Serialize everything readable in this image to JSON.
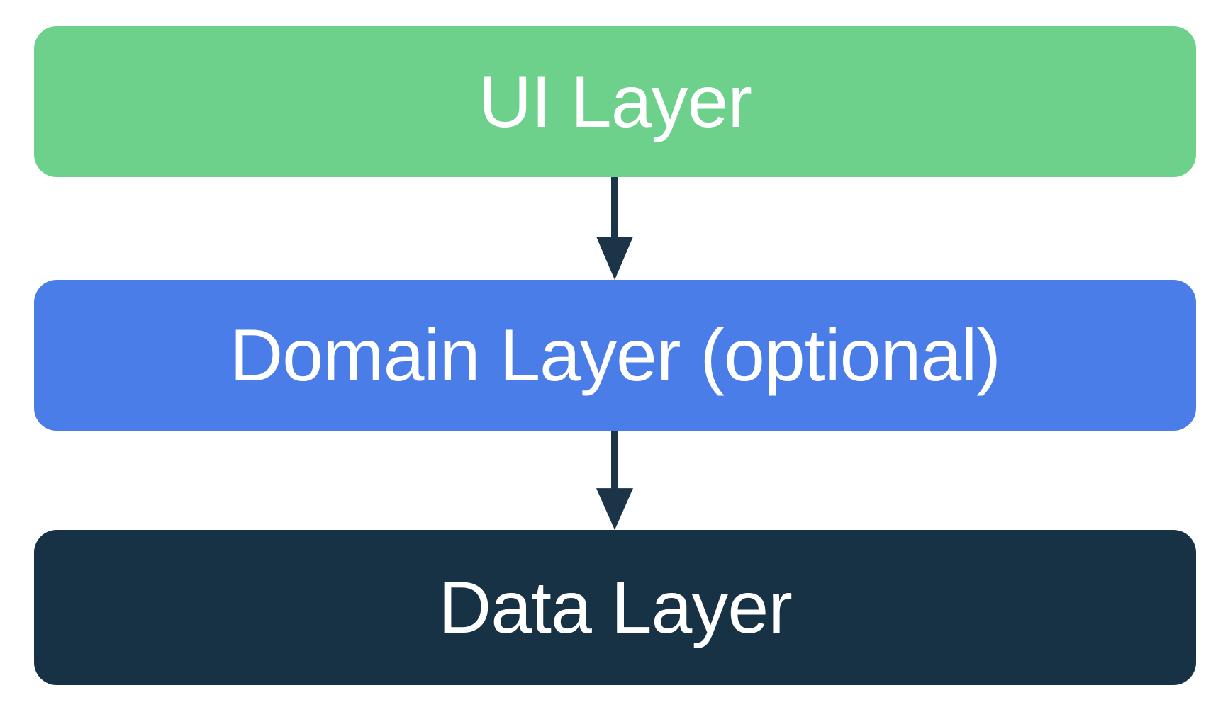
{
  "diagram": {
    "background": "#FFFFFF",
    "arrow_color": "#1B3447",
    "arrow_icon": "↓",
    "layers": [
      {
        "id": "ui",
        "label": "UI Layer",
        "color": "#6DD08B",
        "text_color": "#FFFFFF"
      },
      {
        "id": "domain",
        "label": "Domain Layer (optional)",
        "color": "#4B7DE9",
        "text_color": "#FFFFFF"
      },
      {
        "id": "data",
        "label": "Data Layer",
        "color": "#173145",
        "text_color": "#FFFFFF"
      }
    ],
    "connections": [
      {
        "from": "UI Layer",
        "to": "Domain Layer (optional)",
        "direction": "down"
      },
      {
        "from": "Domain Layer (optional)",
        "to": "Data Layer",
        "direction": "down"
      }
    ]
  }
}
